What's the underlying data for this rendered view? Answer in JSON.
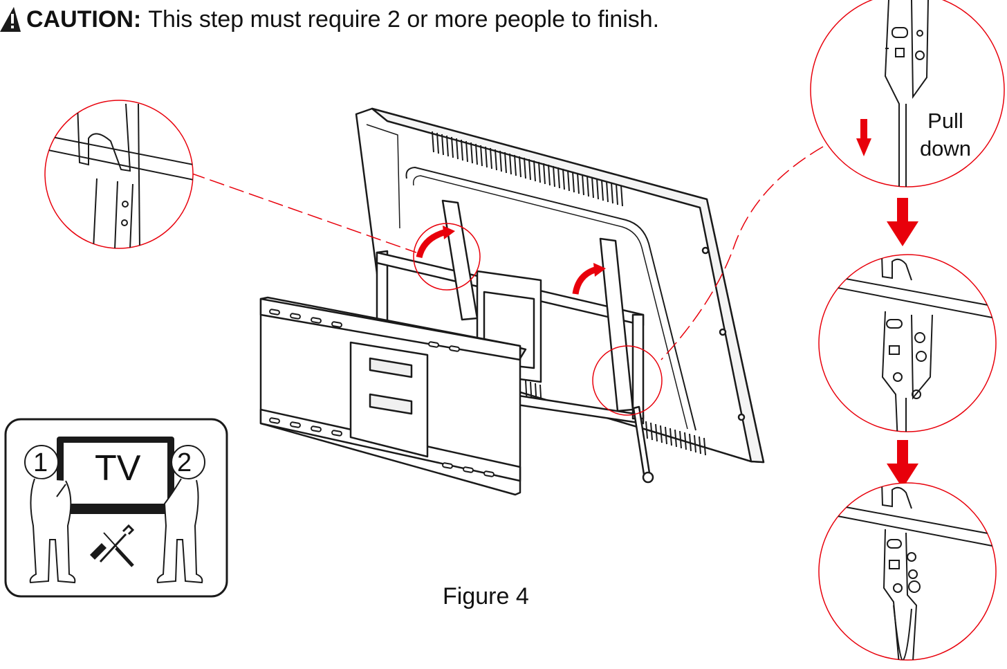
{
  "caution": {
    "label": "CAUTION:",
    "text": "This step must require 2 or more people to finish."
  },
  "figure": {
    "caption": "Figure 4"
  },
  "detail": {
    "pull_label": "Pull down"
  },
  "inset": {
    "tv_label": "TV",
    "person_1": "1",
    "person_2": "2"
  },
  "colors": {
    "accent": "#e8000b",
    "line": "#1a1a1a"
  },
  "icons": [
    "warning-triangle-icon",
    "down-arrow-icon",
    "curved-arrow-icon",
    "wrench-icon",
    "screwdriver-icon"
  ]
}
